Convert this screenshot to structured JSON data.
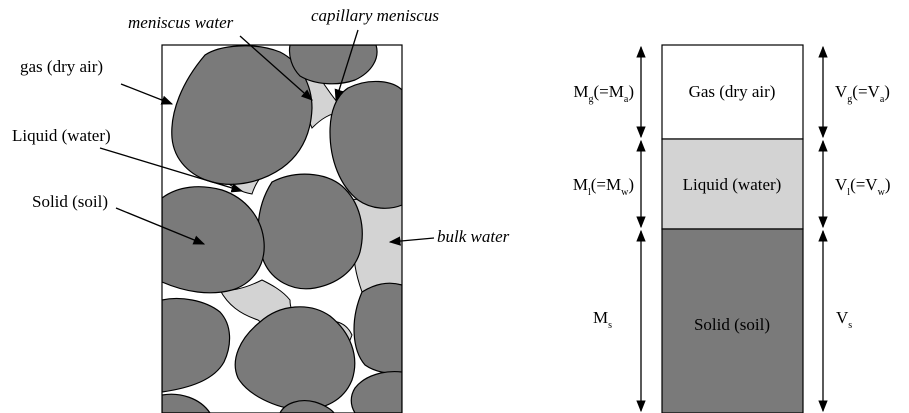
{
  "left_diagram": {
    "gas_label": "gas (dry air)",
    "liquid_label": "Liquid (water)",
    "solid_label": "Solid (soil)",
    "meniscus_water_label": "meniscus water",
    "capillary_meniscus_label": "capillary meniscus",
    "bulk_water_label": "bulk water"
  },
  "phase_diagram": {
    "phases": [
      {
        "name": "Gas (dry air)",
        "fill": "#ffffff"
      },
      {
        "name": "Liquid (water)",
        "fill": "#d3d3d3"
      },
      {
        "name": "Solid (soil)",
        "fill": "#7a7a7a"
      }
    ],
    "mass_labels": [
      {
        "main": "M",
        "sub": "g",
        "paren_open": "(=M",
        "paren_sub": "a",
        "close": ")"
      },
      {
        "main": "M",
        "sub": "l",
        "paren_open": "(=M",
        "paren_sub": "w",
        "close": ")"
      },
      {
        "main": "M",
        "sub": "s",
        "paren_open": "",
        "paren_sub": "",
        "close": ""
      }
    ],
    "volume_labels": [
      {
        "main": "V",
        "sub": "g",
        "paren_open": "(=V",
        "paren_sub": "a",
        "close": ")"
      },
      {
        "main": "V",
        "sub": "l",
        "paren_open": "(=V",
        "paren_sub": "w",
        "close": ")"
      },
      {
        "main": "V",
        "sub": "s",
        "paren_open": "",
        "paren_sub": "",
        "close": ""
      }
    ]
  },
  "colors": {
    "grain": "#7a7a7a",
    "water": "#d3d3d3",
    "air": "#ffffff",
    "stroke": "#000000"
  }
}
